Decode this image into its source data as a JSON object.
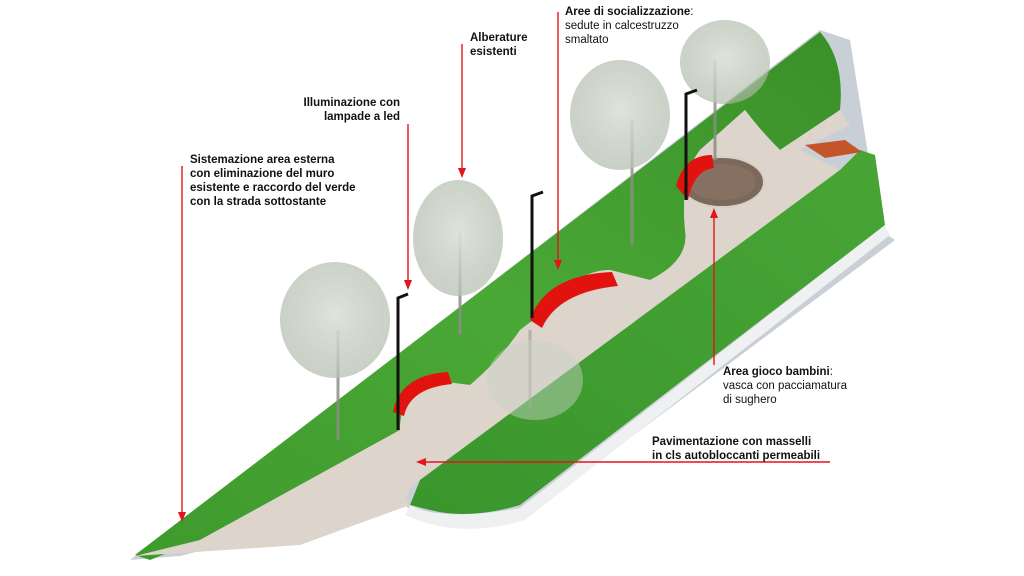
{
  "colors": {
    "grass": "#3f9a2f",
    "grass_light": "#5bb540",
    "path": "#ddd3cb",
    "bench": "#e0140f",
    "leader": "#e3141b",
    "lamp": "#111111",
    "mulch": "#7a675a"
  },
  "annotations": {
    "sistemazione": {
      "line1": "Sistemazione area esterna",
      "line2": "con eliminazione del muro",
      "line3": "esistente e raccordo del verde",
      "line4": "con la strada sottostante"
    },
    "illuminazione": {
      "line1": "Illuminazione con",
      "line2": "lampade a led"
    },
    "alberature": {
      "line1": "Alberature",
      "line2": "esistenti"
    },
    "aree": {
      "title": "Aree di socializzazione",
      "colon": ":",
      "line2": "sedute in calcestruzzo",
      "line3": "smaltato"
    },
    "gioco": {
      "title": "Area gioco bambini",
      "colon": ":",
      "line2": "vasca con pacciamatura",
      "line3": "di sughero"
    },
    "pavimentazione": {
      "line1": "Pavimentazione con masselli",
      "line2": "in cls autobloccanti permeabili"
    }
  }
}
